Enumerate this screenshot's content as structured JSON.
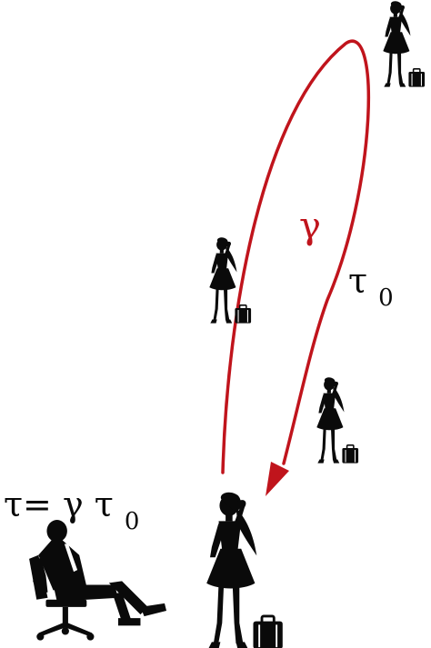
{
  "labels": {
    "gamma": "γ",
    "tau0_symbol": "τ",
    "tau0_subscript": "0",
    "formula_left": "τ= γ τ",
    "formula_subscript": "0"
  },
  "colors": {
    "trajectory": "#c0141c",
    "silhouette": "#0a0a0a",
    "background": "#ffffff"
  },
  "figures": {
    "traveler_count": 4,
    "observer": "seated-man",
    "traveler": "woman-with-suitcase"
  }
}
